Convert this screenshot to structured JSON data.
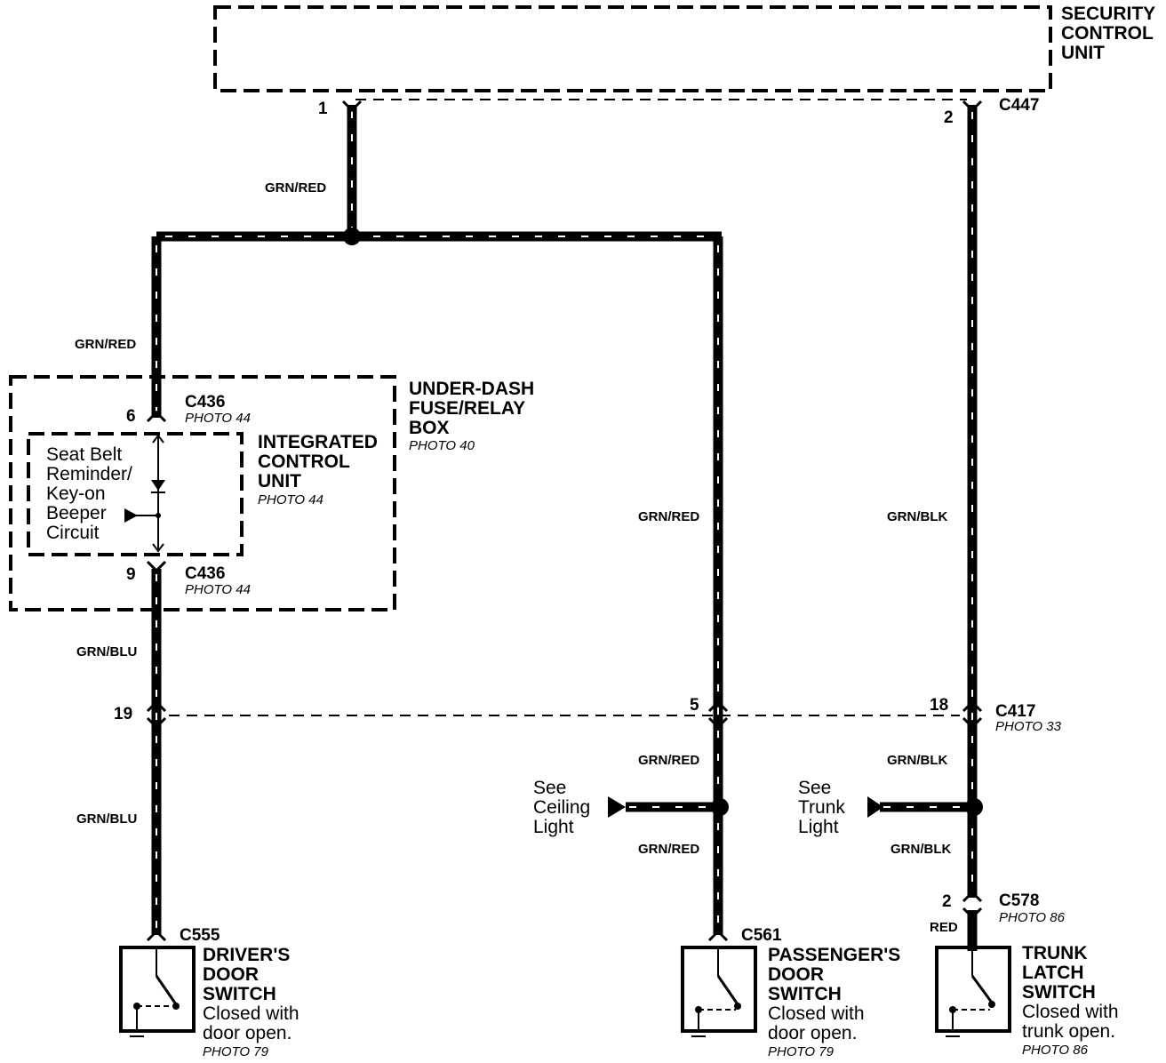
{
  "components": {
    "security_control_unit": "SECURITY\nCONTROL\nUNIT",
    "under_dash_box": "UNDER-DASH\nFUSE/RELAY\nBOX",
    "under_dash_photo": "PHOTO 40",
    "integrated_control_unit": "INTEGRATED\nCONTROL\nUNIT",
    "integrated_photo": "PHOTO 44",
    "seat_belt_circuit": "Seat Belt\nReminder/\nKey-on\nBeeper\nCircuit",
    "drivers_switch": "DRIVER'S\nDOOR\nSWITCH",
    "drivers_note": "Closed with\ndoor open.",
    "drivers_photo": "PHOTO 79",
    "passengers_switch": "PASSENGER'S\nDOOR\nSWITCH",
    "passengers_note": "Closed with\ndoor open.",
    "passengers_photo": "PHOTO 79",
    "trunk_switch": "TRUNK\nLATCH\nSWITCH",
    "trunk_note": "Closed with\ntrunk open.",
    "trunk_photo": "PHOTO 86",
    "see_ceiling": "See\nCeiling\nLight",
    "see_trunk": "See\nTrunk\nLight"
  },
  "connectors": {
    "c447": "C447",
    "c436_top": "C436",
    "c436_top_photo": "PHOTO 44",
    "c436_bottom": "C436",
    "c436_bottom_photo": "PHOTO 44",
    "c417": "C417",
    "c417_photo": "PHOTO 33",
    "c578": "C578",
    "c578_photo": "PHOTO 86",
    "c555": "C555",
    "c561": "C561"
  },
  "pins": {
    "p1": "1",
    "p2_top": "2",
    "p6": "6",
    "p9": "9",
    "p19": "19",
    "p5": "5",
    "p18": "18",
    "p2_c578": "2"
  },
  "wires": {
    "w_top_left": "GRN/RED",
    "w_left_upper": "GRN/RED",
    "w_left_mid": "GRN/BLU",
    "w_left_low": "GRN/BLU",
    "w_mid_upper": "GRN/RED",
    "w_mid_lower1": "GRN/RED",
    "w_mid_lower2": "GRN/RED",
    "w_right_upper": "GRN/BLK",
    "w_right_lower1": "GRN/BLK",
    "w_right_lower2": "GRN/BLK",
    "w_red": "RED"
  }
}
